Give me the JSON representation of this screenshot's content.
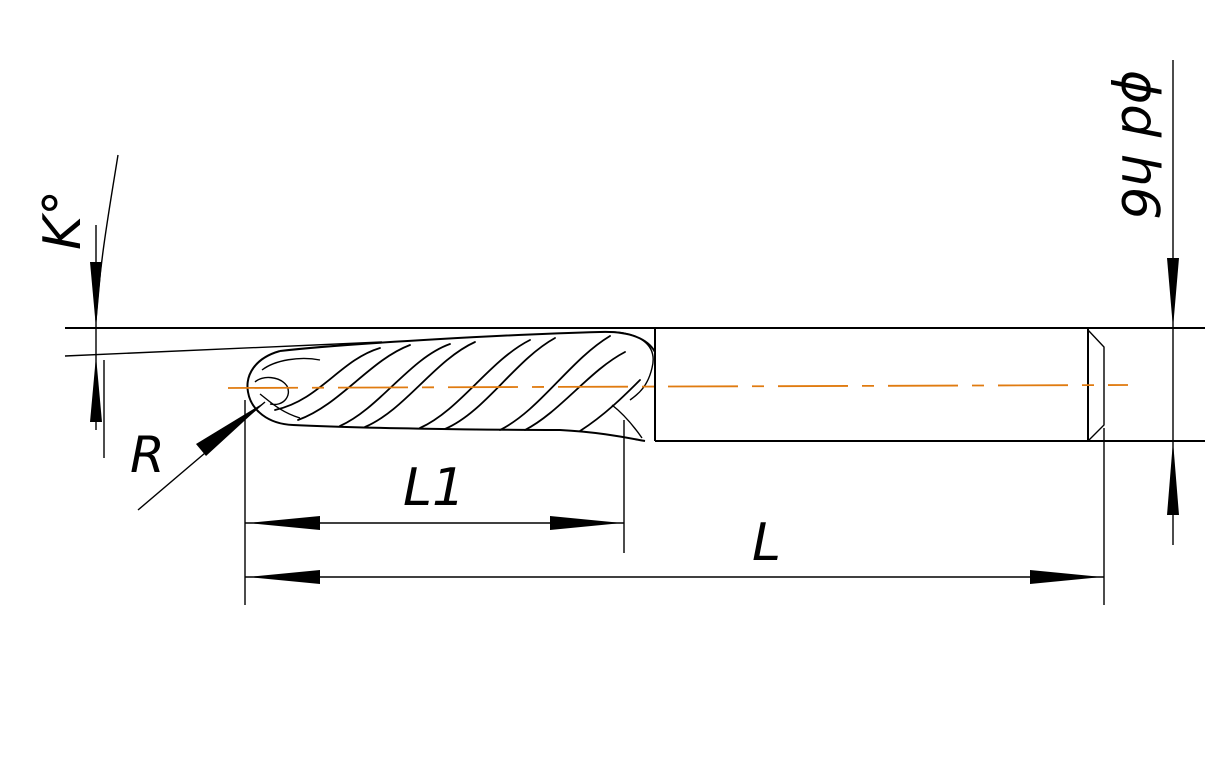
{
  "labels": {
    "angle": "K°",
    "radius": "R",
    "flute_length": "L1",
    "overall_length": "L",
    "diameter": "ϕd h6"
  },
  "colors": {
    "lines": "#000000",
    "center_axis": "#e07b10",
    "background": "#ffffff"
  }
}
